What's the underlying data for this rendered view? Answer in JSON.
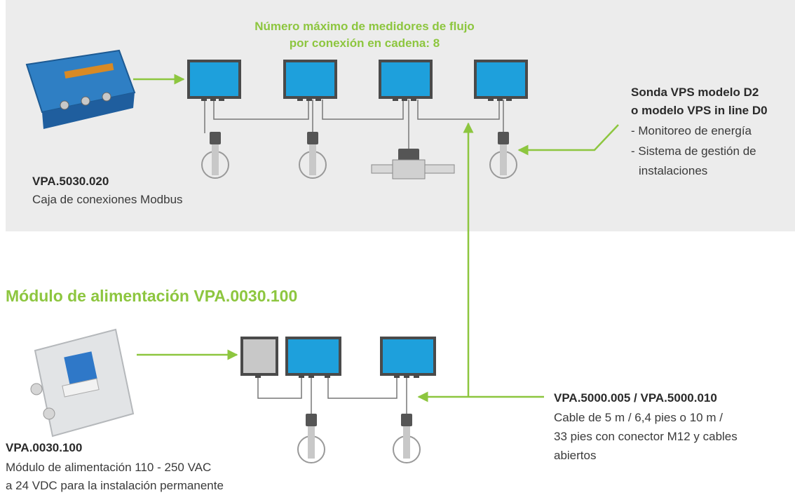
{
  "top_note": {
    "line1": "Número máximo de medidores de flujo",
    "line2": "por conexión en cadena: 8"
  },
  "junction_box": {
    "code": "VPA.5030.020",
    "description": "Caja de conexiones Modbus"
  },
  "sensor_note": {
    "title_line1": "Sonda VPS modelo D2",
    "title_line2": "o modelo VPS in line D0",
    "item1": "- Monitoreo de energía",
    "item2": "- Sistema de gestión de",
    "item2b": "instalaciones"
  },
  "section_title": "Módulo de alimentación VPA.0030.100",
  "power_module": {
    "code": "VPA.0030.100",
    "line1": "Módulo de alimentación 110 - 250 VAC",
    "line2": "a 24 VDC para la instalación permanente"
  },
  "cable": {
    "code": "VPA.5000.005 / VPA.5000.010",
    "line1": "Cable de 5 m / 6,4 pies o 10 m /",
    "line2": "33 pies con conector M12 y cables",
    "line3": "abiertos"
  },
  "colors": {
    "accent_green": "#8dc63f",
    "device_blue": "#1ea0dc",
    "device_frame": "#4a4a4a",
    "panel_bg": "#ececec"
  }
}
